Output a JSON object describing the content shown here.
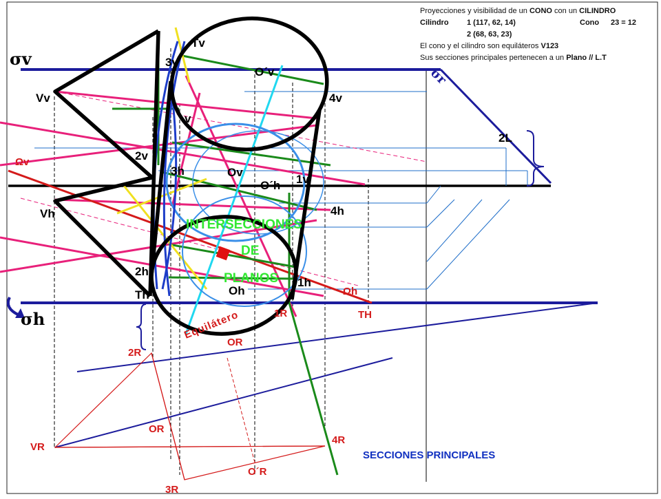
{
  "header": {
    "line1_pre": "Proyecciones y visibilidad de un ",
    "line1_cone": "CONO",
    "line1_mid": " con un ",
    "line1_cyl": "CILINDRO",
    "line2_a": "Cilindro",
    "line2_b": "1 (117, 62, 14)",
    "line2_c": "Cono",
    "line2_d": "23 = 12",
    "line3": "2 (68, 63, 23)",
    "line4_pre": "El cono y el cilindro son equiláteros ",
    "line4_bold": "V123",
    "line5_pre": "Sus secciones principales pertenecen a un ",
    "line5_bold": "Plano // L.T"
  },
  "labels": {
    "sigma_v": "σv",
    "sigma_h": "σh",
    "sigma_r": "σr",
    "vv": "Vv",
    "vh": "Vh",
    "v1": "3v",
    "tv": "Tv",
    "o_prime_v": "O´v",
    "four_v": "4v",
    "one_v_top": "v",
    "two_v": "2v",
    "three_h": "3h",
    "ov": "Ov",
    "o_prime_h": "O´h",
    "one_v": "1v",
    "four_h": "4h",
    "two_h": "2h",
    "th_left": "Th",
    "oh": "Oh",
    "one_h": "1h",
    "two_l": "2L",
    "omega_v": "Ωv",
    "omega_h": "Ωh",
    "th_right": "TH",
    "one_r": "1R",
    "or_top": "OR",
    "two_r": "2R",
    "or_left": "OR",
    "vr": "VR",
    "four_r": "4R",
    "o_prime_r": "O´R",
    "three_r": "3R",
    "equilatero": "Equilátero",
    "inter_1": "INTERSECCIONES",
    "inter_2": "DE",
    "inter_3": "PLANOS"
  },
  "footer": {
    "title": "SECCIONES PRINCIPALES"
  },
  "colors": {
    "ground_line": "#000000",
    "plane_trace": "#1c1c9c",
    "cone": "#000000",
    "generatrix": "#e8207a",
    "auxiliary_red": "#d41a1a",
    "auxiliary_green": "#1a8a1a",
    "circle_blue": "#3a8fe8",
    "axis_cyan": "#20d8f0",
    "highlight_yellow": "#f0e020",
    "label_green": "#33e833"
  },
  "icons": {
    "rotation_arrow": "curved-arrow-icon",
    "brace": "brace-icon",
    "marker": "square-marker-icon"
  }
}
